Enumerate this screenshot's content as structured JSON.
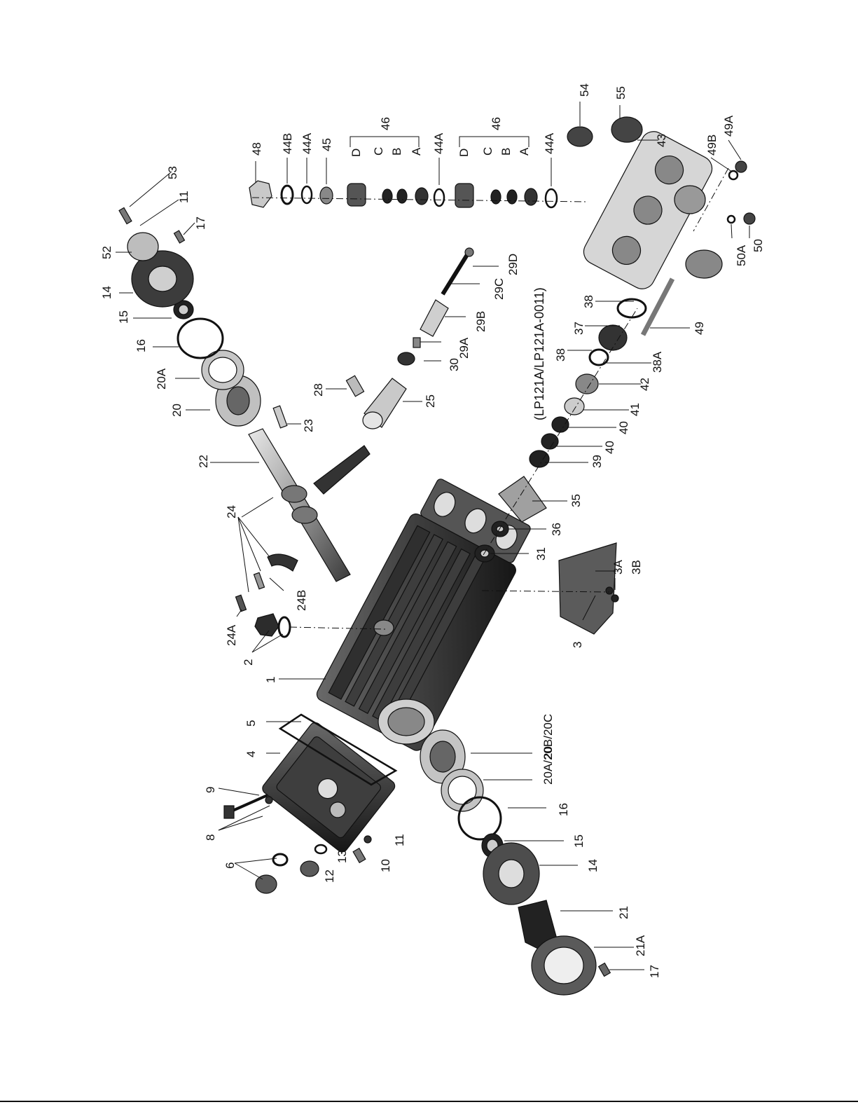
{
  "model_label": "(LP121A/LP121A-0011)",
  "part_labels": {
    "p1": "1",
    "p2": "2",
    "p3": "3",
    "p3A": "3A",
    "p3B": "3B",
    "p4": "4",
    "p5": "5",
    "p6": "6",
    "p8": "8",
    "p9": "9",
    "p10": "10",
    "p11a": "11",
    "p11b": "11",
    "p12": "12",
    "p13": "13",
    "p14a": "14",
    "p14b": "14",
    "p15a": "15",
    "p15b": "15",
    "p16a": "16",
    "p16b": "16",
    "p17a": "17",
    "p17b": "17",
    "p20a": "20",
    "p20b": "20",
    "p20A": "20A",
    "p20ABC": "20A/20B/20C",
    "p21": "21",
    "p21A": "21A",
    "p22": "22",
    "p23": "23",
    "p24": "24",
    "p24A": "24A",
    "p24B": "24B",
    "p25": "25",
    "p28": "28",
    "p29A": "29A",
    "p29B": "29B",
    "p29C": "29C",
    "p29D": "29D",
    "p30": "30",
    "p31": "31",
    "p35": "35",
    "p36": "36",
    "p37": "37",
    "p38a": "38",
    "p38b": "38",
    "p38A": "38A",
    "p39": "39",
    "p40a": "40",
    "p40b": "40",
    "p41": "41",
    "p42": "42",
    "p43": "43",
    "p44Aa": "44A",
    "p44Ab": "44A",
    "p44Ac": "44A",
    "p44B": "44B",
    "p45": "45",
    "p46a": "46",
    "p46b": "46",
    "pDa": "D",
    "pCa": "C",
    "pBa": "B",
    "pAa": "A",
    "pDb": "D",
    "pCb": "C",
    "pBb": "B",
    "pAb": "A",
    "p48": "48",
    "p49": "49",
    "p49A": "49A",
    "p49B": "49B",
    "p50": "50",
    "p50A": "50A",
    "p52": "52",
    "p53": "53",
    "p54": "54",
    "p55": "55"
  },
  "colors": {
    "ink": "#111111",
    "part_dark": "#2b2b2b",
    "part_mid": "#6e6e6e",
    "part_light": "#c9c9c9"
  }
}
